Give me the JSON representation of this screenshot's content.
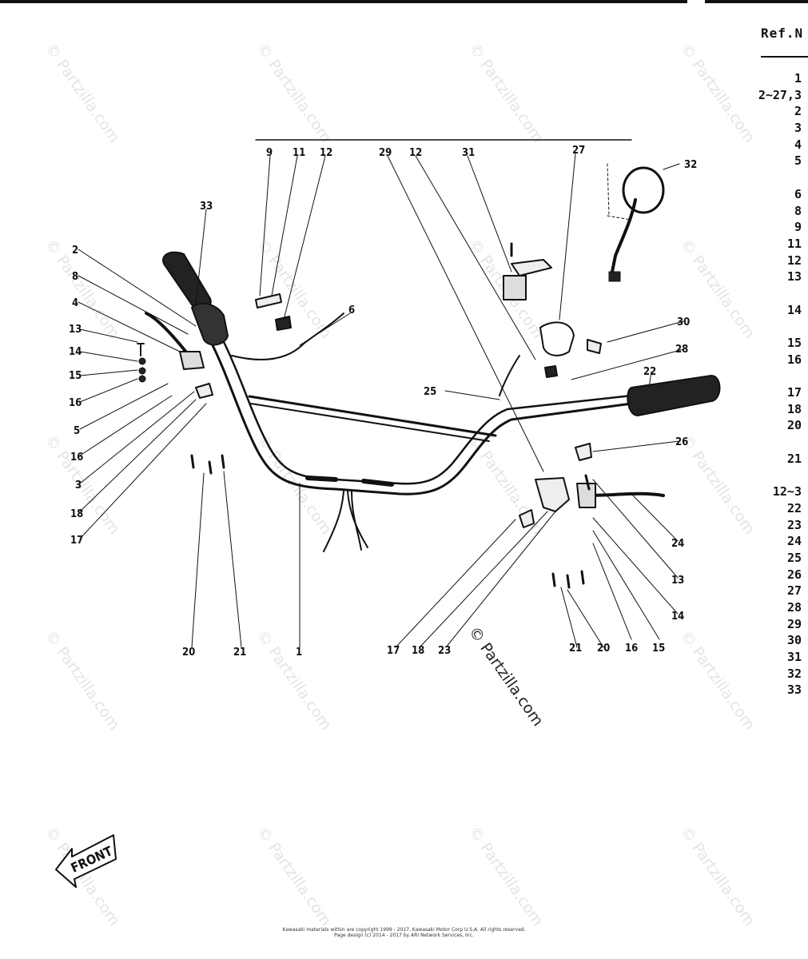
{
  "ref_header": "Ref.N",
  "ref_numbers": [
    "1",
    "2~27,3",
    "2",
    "3",
    "4",
    "5",
    "",
    "6",
    "8",
    "9",
    "11",
    "12",
    "13",
    "",
    "14",
    "",
    "15",
    "16",
    "",
    "17",
    "18",
    "20",
    "",
    "21",
    "",
    "12~3",
    "22",
    "23",
    "24",
    "25",
    "26",
    "27",
    "28",
    "29",
    "30",
    "31",
    "32",
    "33"
  ],
  "callouts": [
    {
      "id": "9",
      "t": "9"
    },
    {
      "id": "11",
      "t": "11"
    },
    {
      "id": "12a",
      "t": "12"
    },
    {
      "id": "29",
      "t": "29"
    },
    {
      "id": "12b",
      "t": "12"
    },
    {
      "id": "31",
      "t": "31"
    },
    {
      "id": "27",
      "t": "27"
    },
    {
      "id": "32",
      "t": "32"
    },
    {
      "id": "33",
      "t": "33"
    },
    {
      "id": "2",
      "t": "2"
    },
    {
      "id": "8",
      "t": "8"
    },
    {
      "id": "4",
      "t": "4"
    },
    {
      "id": "13a",
      "t": "13"
    },
    {
      "id": "14a",
      "t": "14"
    },
    {
      "id": "15a",
      "t": "15"
    },
    {
      "id": "16a",
      "t": "16"
    },
    {
      "id": "5",
      "t": "5"
    },
    {
      "id": "16b",
      "t": "16"
    },
    {
      "id": "3",
      "t": "3"
    },
    {
      "id": "18a",
      "t": "18"
    },
    {
      "id": "17a",
      "t": "17"
    },
    {
      "id": "6",
      "t": "6"
    },
    {
      "id": "30",
      "t": "30"
    },
    {
      "id": "28",
      "t": "28"
    },
    {
      "id": "22",
      "t": "22"
    },
    {
      "id": "25",
      "t": "25"
    },
    {
      "id": "26",
      "t": "26"
    },
    {
      "id": "24",
      "t": "24"
    },
    {
      "id": "13b",
      "t": "13"
    },
    {
      "id": "14b",
      "t": "14"
    },
    {
      "id": "20a",
      "t": "20"
    },
    {
      "id": "21a",
      "t": "21"
    },
    {
      "id": "1",
      "t": "1"
    },
    {
      "id": "17b",
      "t": "17"
    },
    {
      "id": "18b",
      "t": "18"
    },
    {
      "id": "23",
      "t": "23"
    },
    {
      "id": "21b",
      "t": "21"
    },
    {
      "id": "20b",
      "t": "20"
    },
    {
      "id": "16c",
      "t": "16"
    },
    {
      "id": "15b",
      "t": "15"
    }
  ],
  "front_label": "FRONT",
  "watermark": "© Partzilla.com",
  "copyright_line1": "Kawasaki materials within are copyright 1999 - 2017, Kawasaki Motor Corp U.S.A.  All rights reserved.",
  "copyright_line2": "Page design (c) 2014 - 2017 by ARI Network Services, Inc."
}
